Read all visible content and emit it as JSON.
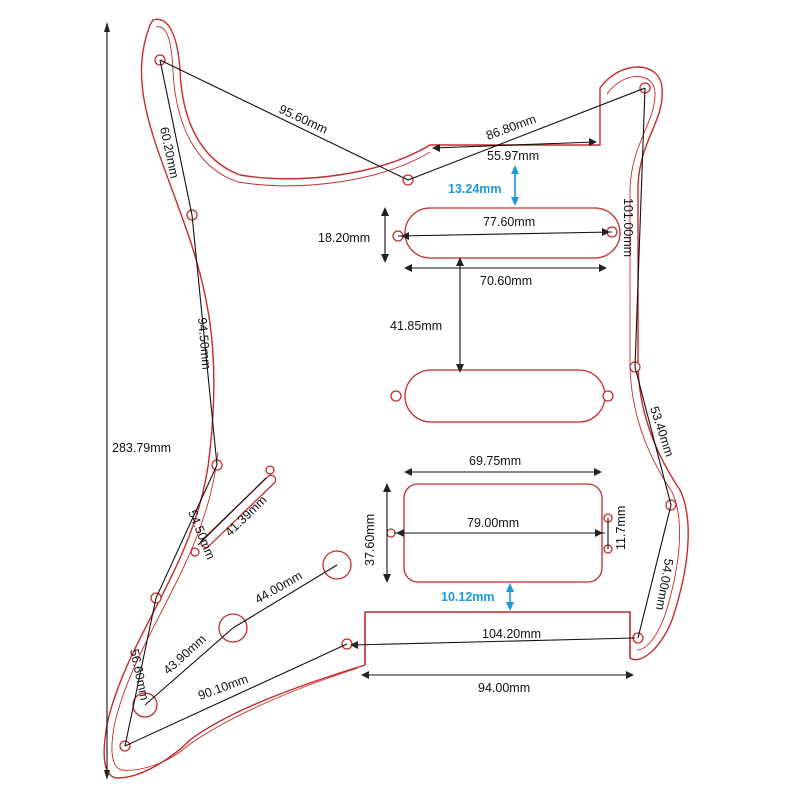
{
  "colors": {
    "outline": "#c62b2b",
    "dimension_line": "#111111",
    "highlight_dimension": "#1a9ad6",
    "background": "#ffffff"
  },
  "dimensions": {
    "overall_height": "283.79mm",
    "top_left_to_center_notch": "95.60mm",
    "top_right_to_center_notch": "86.80mm",
    "notch_width": "55.97mm",
    "left_top_segment": "60.20mm",
    "left_mid_segment": "94.50mm",
    "left_lower_segment": "54.50mm",
    "left_bottom_segment": "56.60mm",
    "bottom_left_to_jack_cutout": "90.10mm",
    "right_upper_segment": "101.00mm",
    "right_mid_segment": "53.40mm",
    "right_lower_segment": "54.00mm",
    "neck_pickup_gap": "13.24mm",
    "single_coil_height": "18.20mm",
    "single_coil_mounting": "77.60mm",
    "single_coil_width": "70.60mm",
    "neck_to_middle_pickup": "41.85mm",
    "humbucker_width": "69.75mm",
    "humbucker_height": "37.60mm",
    "humbucker_mounting": "79.00mm",
    "humbucker_hole_spacing": "11.7mm",
    "humbucker_to_bottom_gap": "10.12mm",
    "bottom_cutout_width_top": "104.20mm",
    "bottom_cutout_width": "94.00mm",
    "switch_slot_length": "41.39mm",
    "knob_spacing_upper": "44.00mm",
    "knob_spacing_lower": "43.90mm"
  }
}
